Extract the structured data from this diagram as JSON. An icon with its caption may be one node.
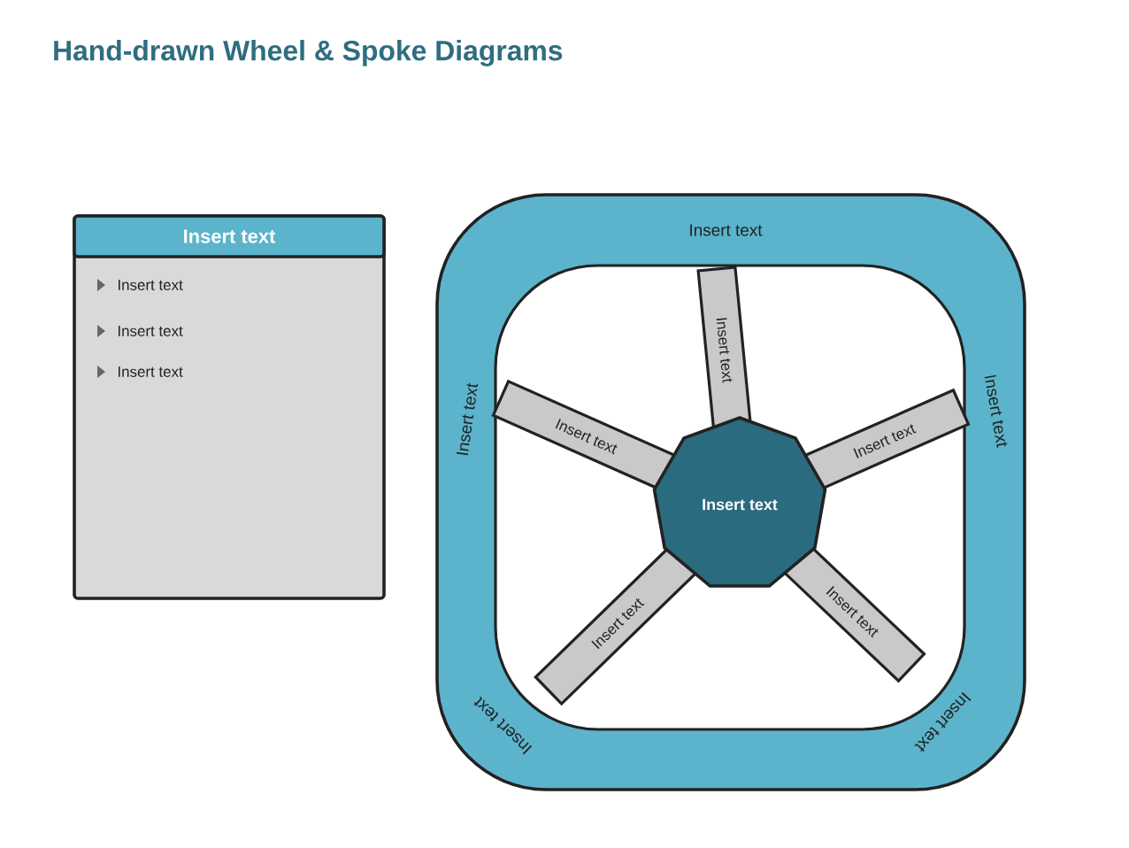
{
  "diagram": {
    "title": "Hand-drawn Wheel & Spoke Diagrams",
    "nodes": [
      {
        "text": [
          "Insert text",
          "Insert text",
          "Insert text",
          "Insert text"
        ]
      },
      {
        "text": [
          "Insert text",
          "Insert text",
          "Insert text",
          "Insert text",
          "Insert text"
        ]
      },
      {
        "text": [
          "Insert text"
        ],
        "in": 1
      },
      {
        "text": [
          "Insert text"
        ],
        "in": 1
      },
      {
        "text": [
          "Insert text"
        ],
        "in": 1
      },
      {
        "text": [
          "Insert text"
        ],
        "in": 1
      },
      {
        "text": [
          "Insert text"
        ],
        "in": 1
      },
      {
        "text": [
          "Insert text"
        ],
        "in": 1
      }
    ]
  }
}
